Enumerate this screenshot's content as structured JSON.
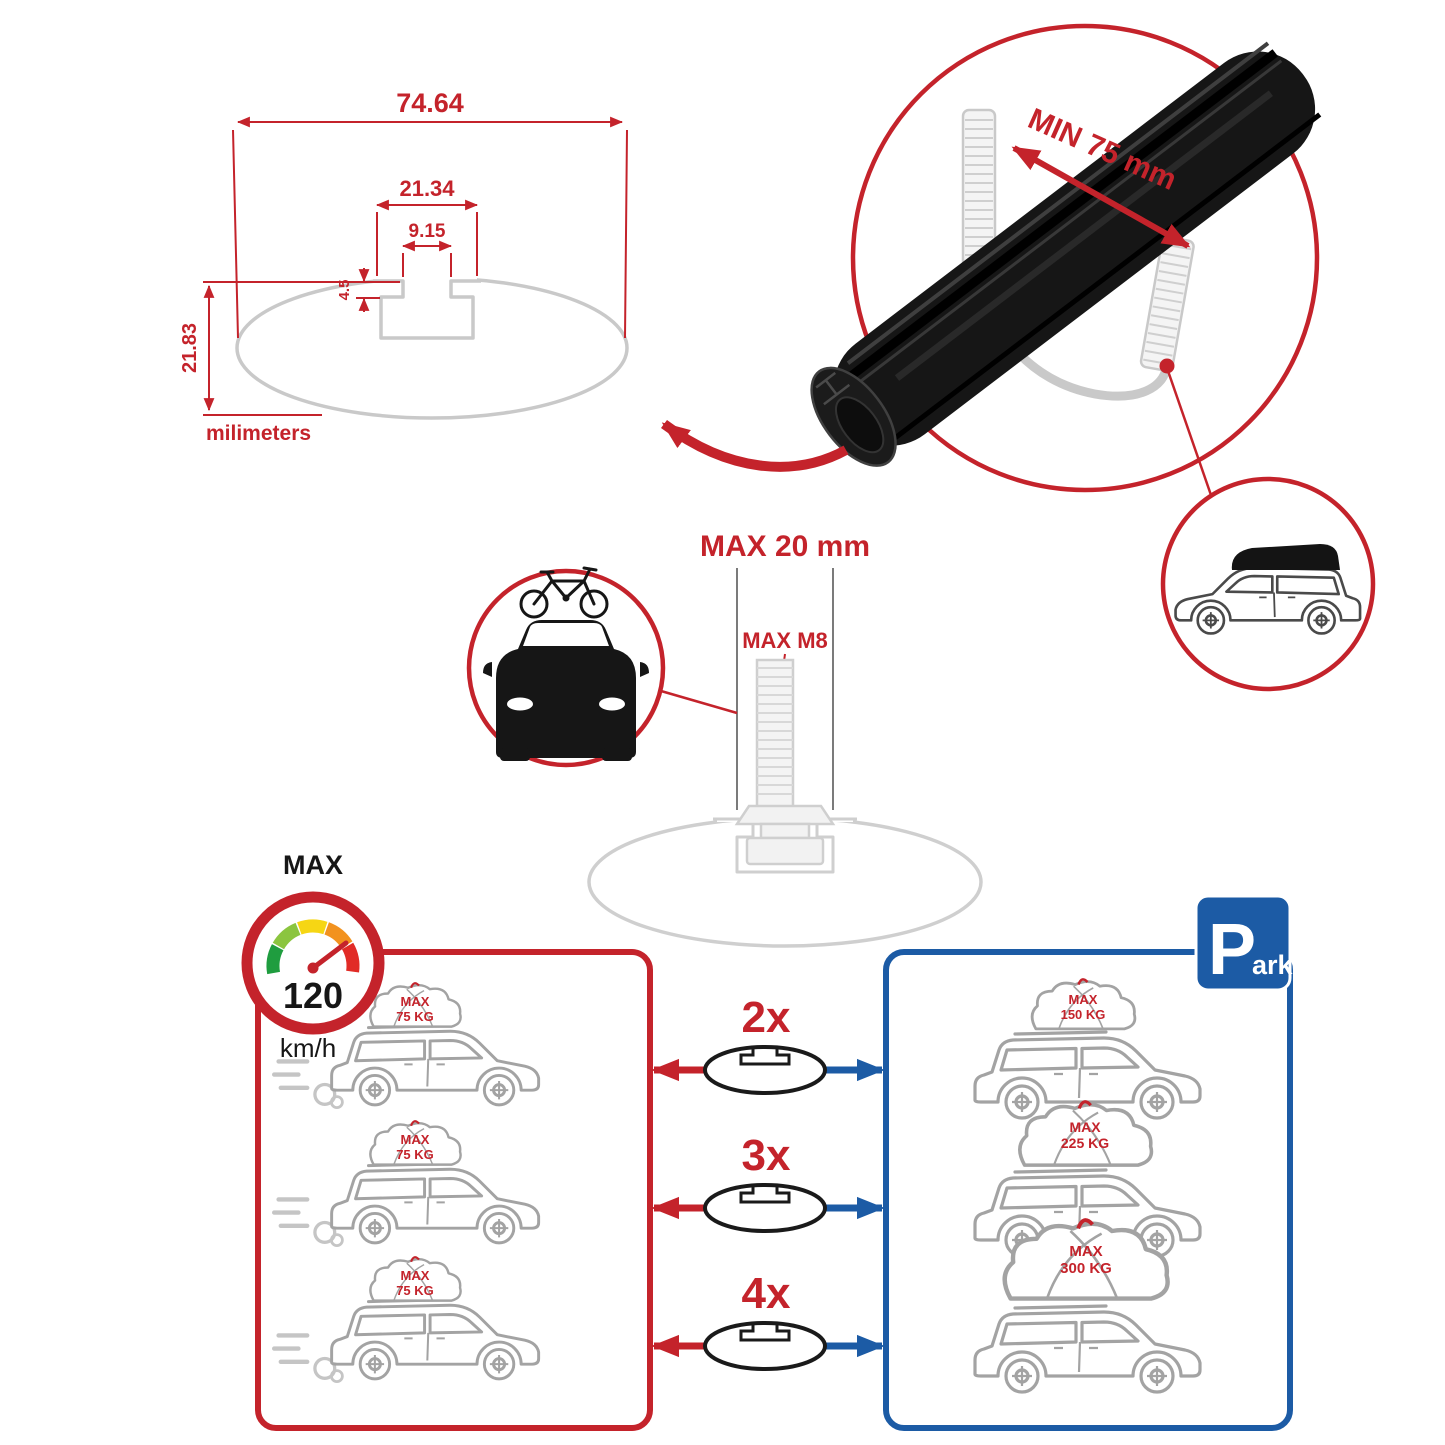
{
  "profile_dimensions": {
    "total_width": "74.64",
    "slot_outer_width": "21.34",
    "slot_opening_width": "9.15",
    "slot_lip_depth": "4.5",
    "total_height": "21.83",
    "units_label": "milimeters"
  },
  "clamp_detail": {
    "min_label": "MIN 75 mm"
  },
  "bolt_detail": {
    "max_width_label": "MAX 20 mm",
    "max_thread_label": "MAX M8"
  },
  "speed_limit": {
    "title": "MAX",
    "value": "120",
    "units": "km/h"
  },
  "capacity": {
    "multipliers": [
      "2x",
      "3x",
      "4x"
    ],
    "moving_cars": [
      {
        "max": "MAX",
        "weight": "75 KG"
      },
      {
        "max": "MAX",
        "weight": "75 KG"
      },
      {
        "max": "MAX",
        "weight": "75 KG"
      }
    ],
    "parked_cars": [
      {
        "max": "MAX",
        "weight": "150 KG"
      },
      {
        "max": "MAX",
        "weight": "225 KG"
      },
      {
        "max": "MAX",
        "weight": "300 KG"
      }
    ],
    "parking_sign": {
      "letter": "P",
      "rest": "ark"
    }
  },
  "colors": {
    "accent_red": "#c4232b",
    "accent_blue": "#1c5ba5",
    "bar_black": "#161616",
    "outline_gray": "#c9c9c9"
  }
}
